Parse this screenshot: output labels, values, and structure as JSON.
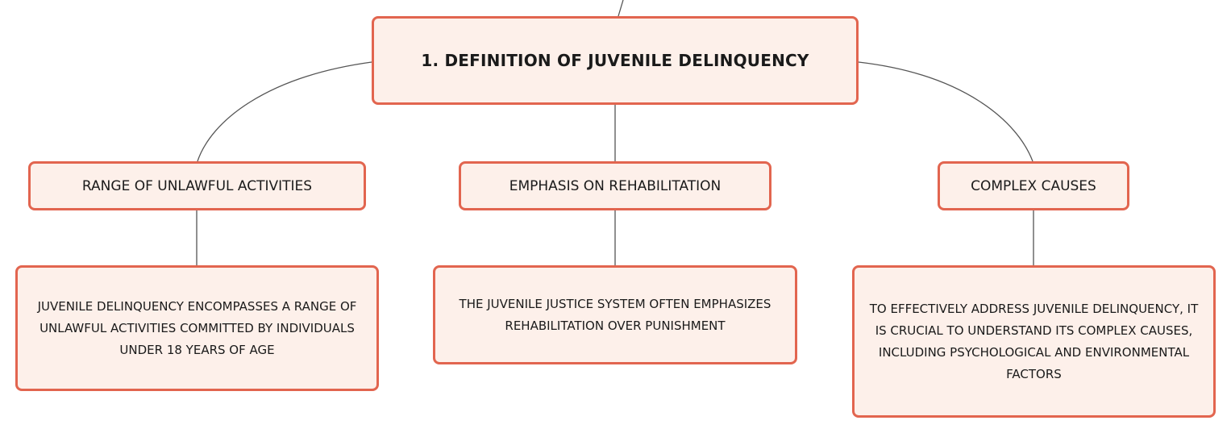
{
  "diagram": {
    "root": {
      "label": "1. DEFINITION OF JUVENILE DELINQUENCY"
    },
    "branches": [
      {
        "label": "RANGE OF UNLAWFUL ACTIVITIES",
        "detail": "JUVENILE DELINQUENCY ENCOMPASSES A RANGE OF UNLAWFUL ACTIVITIES COMMITTED BY INDIVIDUALS UNDER 18 YEARS OF AGE"
      },
      {
        "label": "EMPHASIS ON REHABILITATION",
        "detail": "THE JUVENILE JUSTICE SYSTEM OFTEN EMPHASIZES REHABILITATION OVER PUNISHMENT"
      },
      {
        "label": "COMPLEX CAUSES",
        "detail": "TO EFFECTIVELY ADDRESS JUVENILE DELINQUENCY, IT IS CRUCIAL TO UNDERSTAND ITS COMPLEX CAUSES, INCLUDING PSYCHOLOGICAL AND ENVIRONMENTAL FACTORS"
      }
    ],
    "colors": {
      "node_border": "#e2654f",
      "node_fill": "#fdf0ea",
      "connector": "#555555",
      "text": "#1a1a1a"
    }
  }
}
